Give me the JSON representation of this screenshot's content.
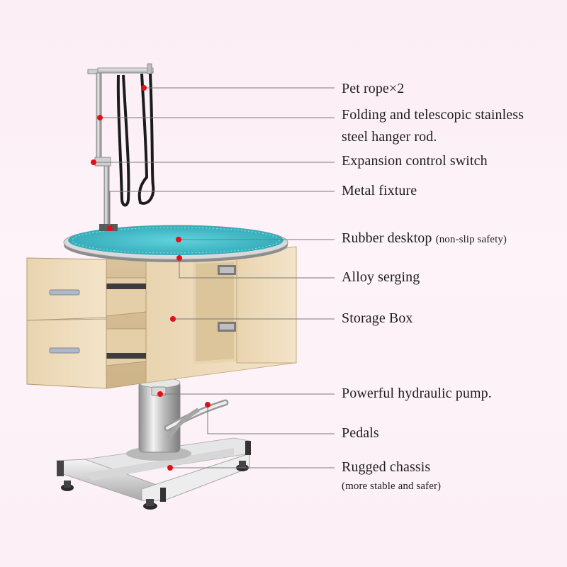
{
  "labels": {
    "pet_rope": "Pet rope×2",
    "hanger_rod_line1": "Folding and telescopic stainless",
    "hanger_rod_line2": "steel hanger rod.",
    "expansion_switch": "Expansion control switch",
    "metal_fixture": "Metal fixture",
    "rubber_desktop": "Rubber desktop",
    "rubber_desktop_note": "(non-slip safety)",
    "alloy_serging": "Alloy serging",
    "storage_box": "Storage Box",
    "hydraulic_pump": "Powerful hydraulic pump.",
    "pedals": "Pedals",
    "rugged_chassis": "Rugged chassis",
    "rugged_chassis_note": "(more stable and safer)"
  },
  "colors": {
    "desktop": "#3fb8c4",
    "wood": "#efdcbc",
    "marker": "#e0101a",
    "leader_line": "#7a7a7a",
    "steel": "#c9c9c9"
  }
}
